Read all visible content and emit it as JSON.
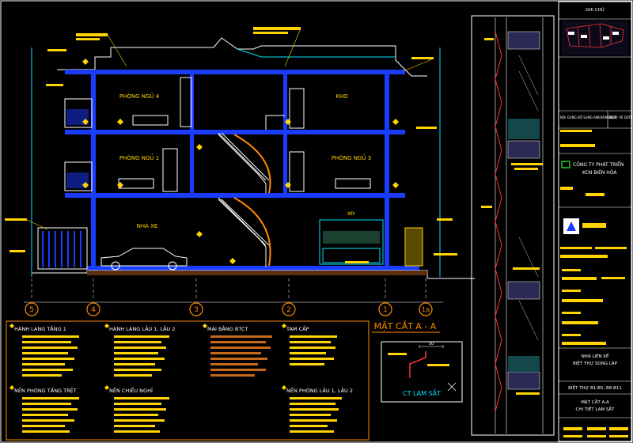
{
  "drawing": {
    "section_title": "MẶT CẮT A - A",
    "detail_title": "CT LAM SẮT",
    "detail_dim": "50",
    "rooms": {
      "phong_ngu_4": "PHÒNG NGỦ 4",
      "kho": "KHO",
      "phong_ngu_1": "PHÒNG NGỦ 1",
      "phong_ngu_3": "PHÒNG NGỦ 3",
      "nha_xe": "NHÀ XE",
      "bep": "BẾP"
    },
    "grid_labels": [
      "5",
      "4",
      "3",
      "2",
      "1",
      "1a"
    ]
  },
  "legend": {
    "items": [
      "HÀNH LANG TẦNG 1",
      "HÀNH LANG LẦU 1, LẦU 2",
      "MÁI BẰNG BTCT",
      "TAM CẤP",
      "NỀN PHÒNG TẦNG TRỆT",
      "NỀN CHIẾU NGHỈ",
      "NỀN PHÒNG LẦU 1, LẦU 2"
    ]
  },
  "title_block": {
    "ghi_chu": "GHI CHÚ",
    "revision_col1": "NỘI DUNG BỔ SUNG AMENDMENTS",
    "revision_col2": "NGÀY VẼ DATE",
    "company_line1": "CÔNG TY PHÁT TRIỂN",
    "company_line2": "KCN BIÊN HÒA",
    "project_line1": "NHÀ LIÊN KẾ",
    "project_line2": "BIỆT THỰ SONG LẬP",
    "project_line3": "BIỆT THỰ B1-B5; B8-B11",
    "sheet_line1": "MẶT CẮT A-A",
    "sheet_line2": "CHI TIẾT LAM SẮT"
  },
  "colors": {
    "background": "#000000",
    "structure": "#1a3cff",
    "annotation": "#ffd400",
    "line": "#ffffff",
    "accent": "#00e5ff",
    "railing": "#ff8a00"
  }
}
